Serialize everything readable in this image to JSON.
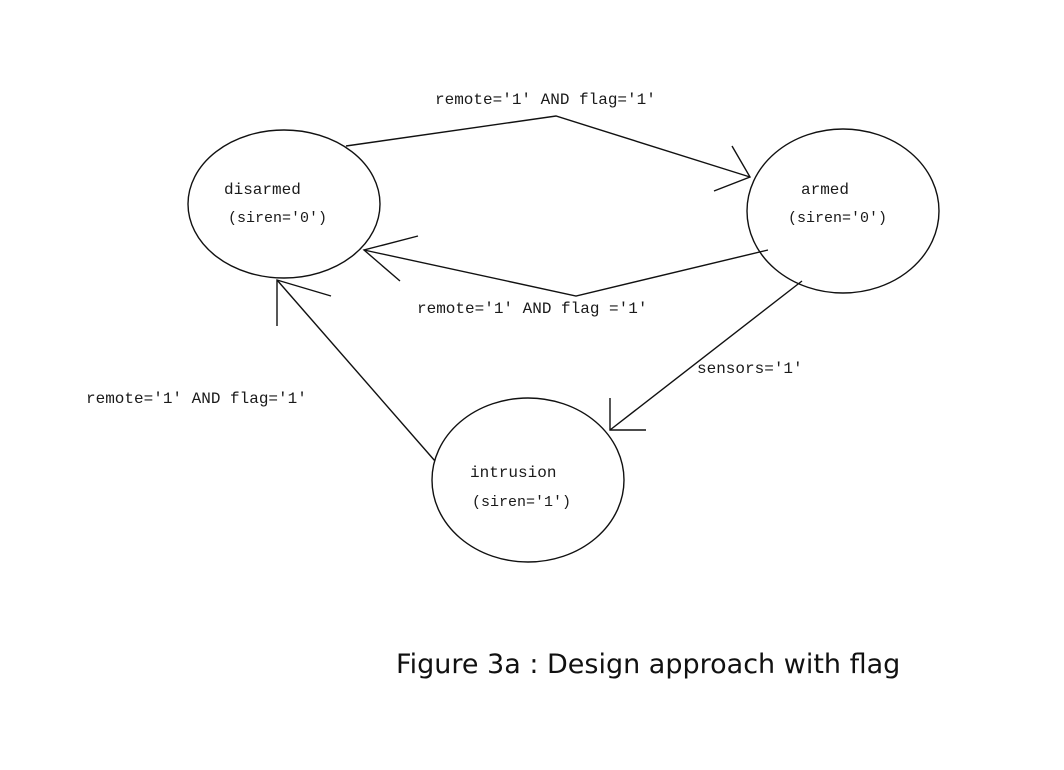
{
  "states": {
    "disarmed": {
      "name": "disarmed",
      "output": "(siren='0')"
    },
    "armed": {
      "name": "armed",
      "output": "(siren='0')"
    },
    "intrusion": {
      "name": "intrusion",
      "output": "(siren='1')"
    }
  },
  "transitions": {
    "disarmed_to_armed": "remote='1' AND flag='1'",
    "armed_to_disarmed": "remote='1' AND flag ='1'",
    "armed_to_intrusion": "sensors='1'",
    "intrusion_to_disarmed": "remote='1' AND flag='1'"
  },
  "caption": "Figure 3a : Design approach with flag"
}
